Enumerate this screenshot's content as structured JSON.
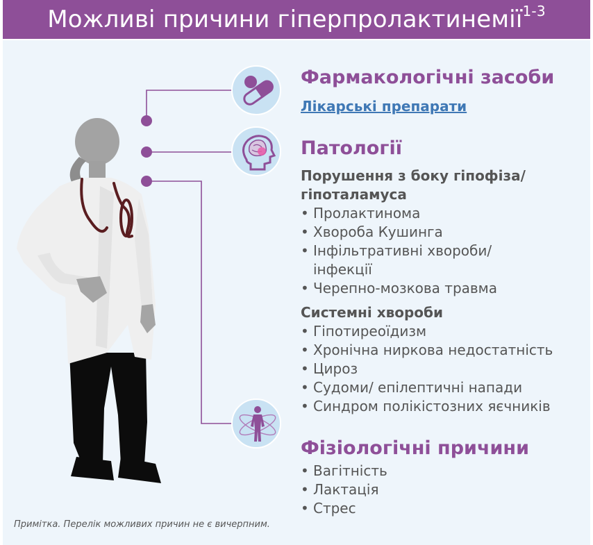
{
  "header": {
    "title": "Можливі причини гіперпролактинемії",
    "superscript": "1-3"
  },
  "sections": {
    "pharma": {
      "title": "Фармакологічні засоби",
      "link": "Лікарські препарати",
      "icon": "pills-icon"
    },
    "pathology": {
      "title": "Патології",
      "icon": "brain-head-icon",
      "groups": [
        {
          "heading": "Порушення з боку гіпофіза/ гіпоталамуса",
          "items": [
            "Пролактинома",
            "Хвороба Кушинга",
            "Інфільтративні хвороби/ інфекції",
            "Черепно-мозкова травма"
          ]
        },
        {
          "heading": "Системні хвороби",
          "items": [
            "Гіпотиреоїдизм",
            "Хронічна ниркова недостатність",
            "Цироз",
            "Судоми/ епілептичні напади",
            "Синдром полікістозних яєчників"
          ]
        }
      ]
    },
    "physiology": {
      "title": "Фізіологічні причини",
      "icon": "human-body-icon",
      "items": [
        "Вагітність",
        "Лактація",
        "Стрес"
      ]
    }
  },
  "note": "Примітка. Перелік можливих причин не є вичерпним.",
  "colors": {
    "accent": "#8e4f98",
    "link": "#3f78b5",
    "panel": "#eef5fb",
    "icon_bg": "#c9e2f3",
    "text": "#555555"
  }
}
